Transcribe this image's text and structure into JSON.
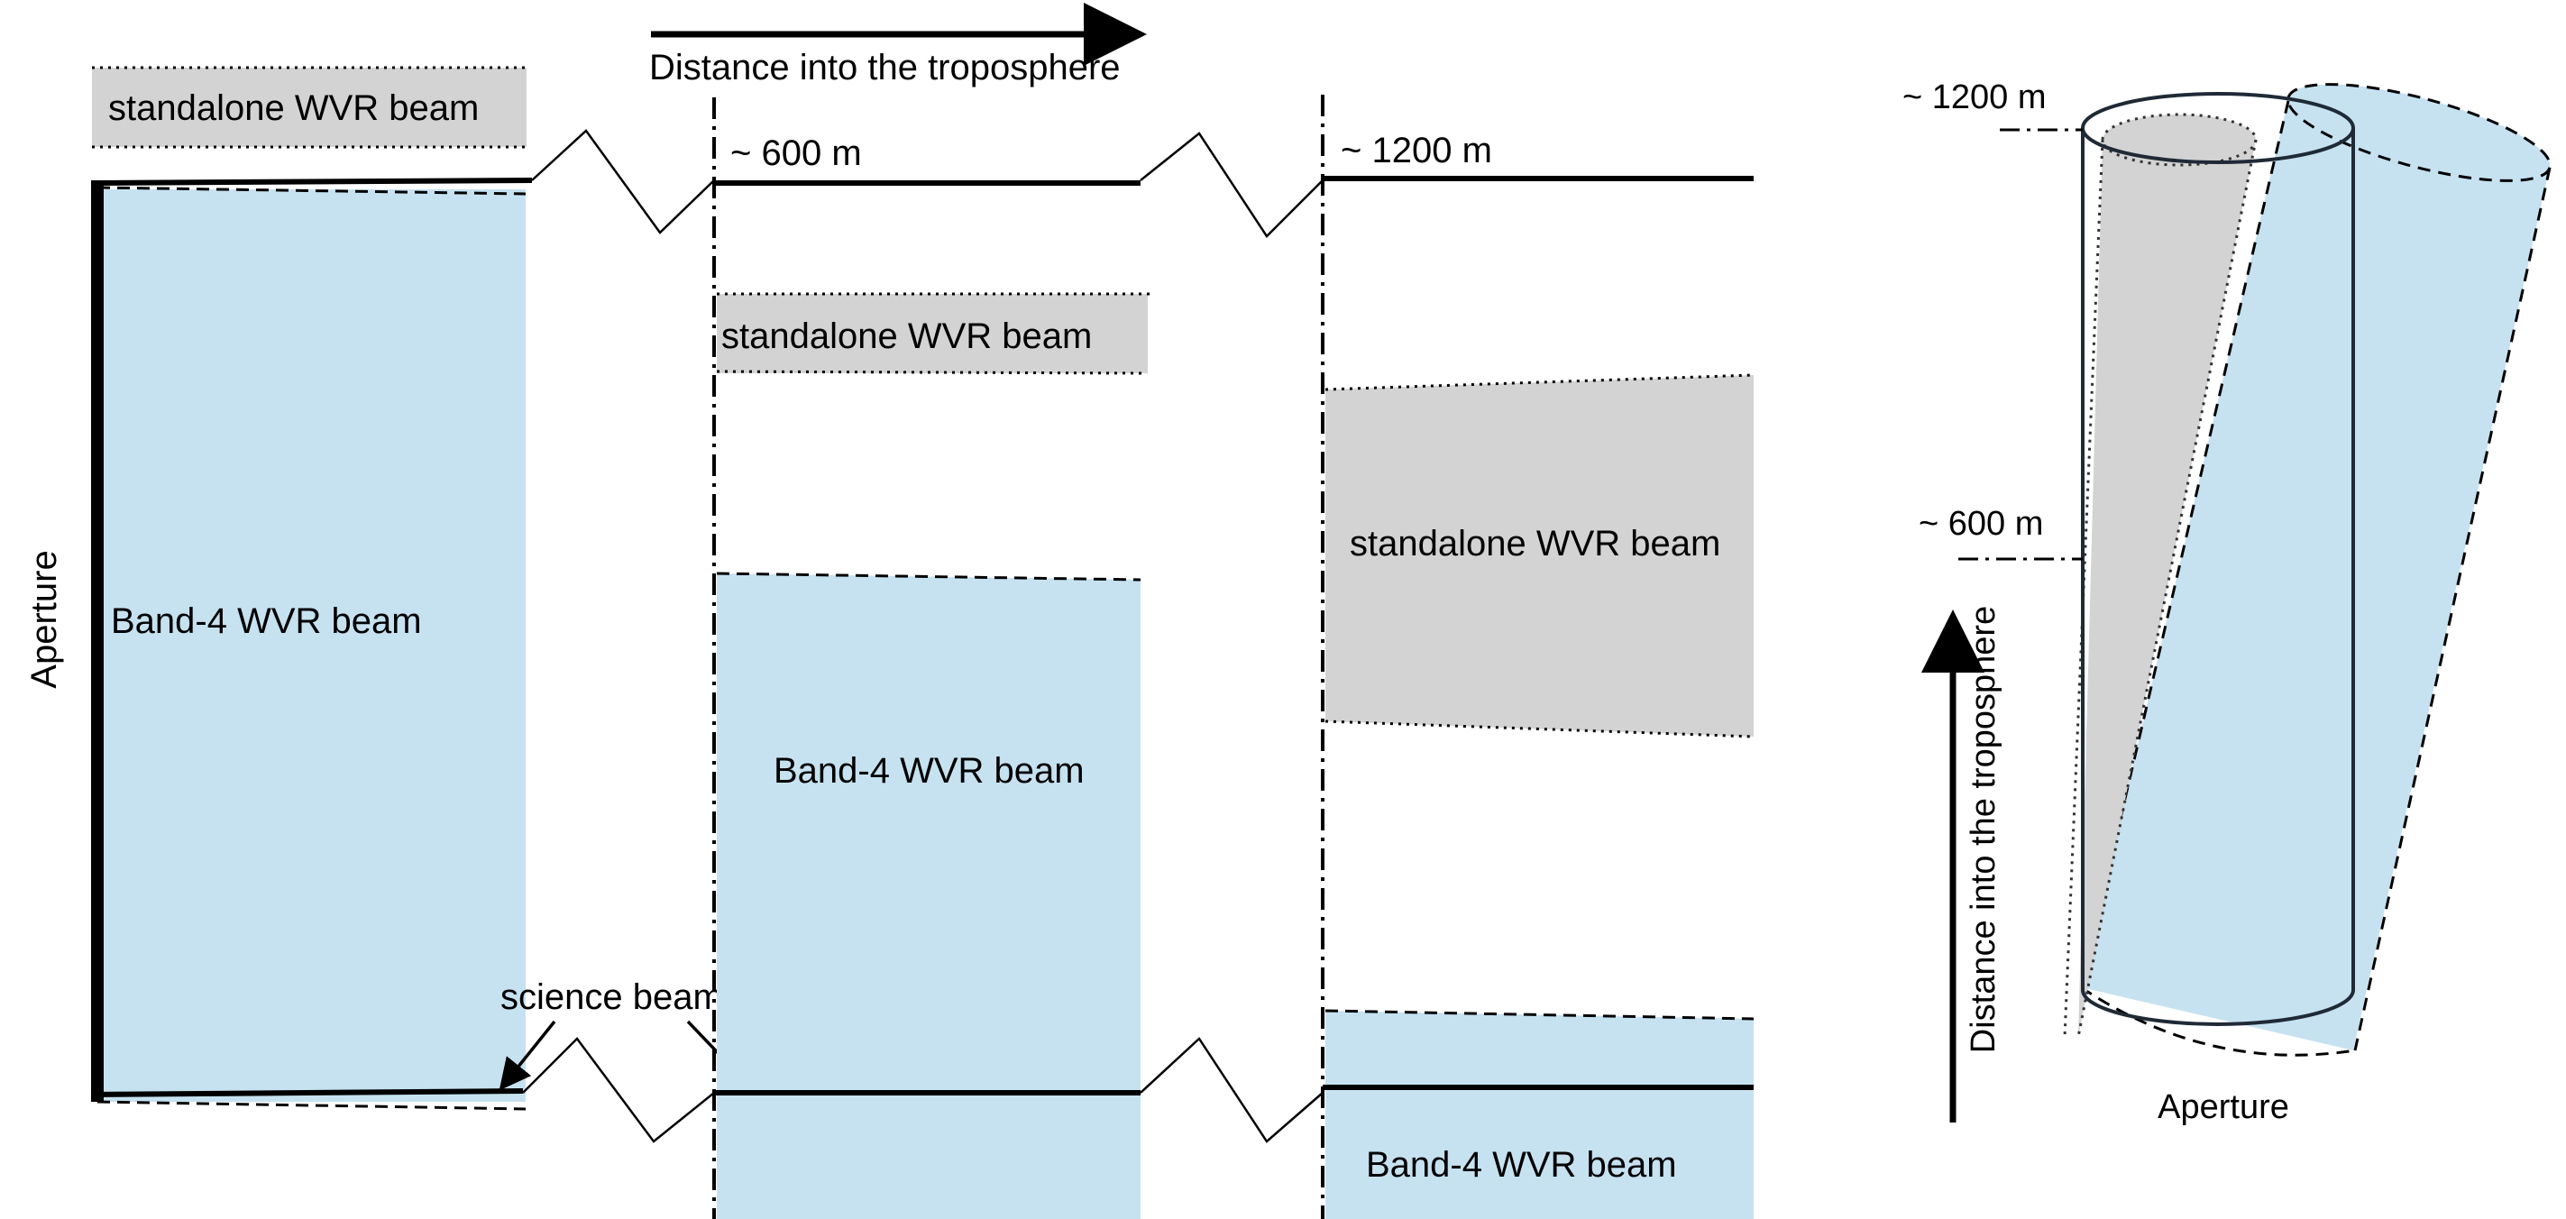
{
  "colors": {
    "band4_fill": "#c6e2f1",
    "wvr_fill": "#d3d3d3",
    "line": "#000000",
    "cylinder_stroke": "#1f2a36"
  },
  "labels": {
    "aperture_vertical": "Aperture",
    "distance_top": "Distance into the troposphere",
    "panel1_wvr": "standalone WVR beam",
    "panel1_band4": "Band-4 WVR beam",
    "science_beam": "science beam",
    "panel2_height": "~ 600 m",
    "panel2_wvr": "standalone  WVR beam",
    "panel2_band4": "Band-4 WVR beam",
    "panel3_height": "~ 1200 m",
    "panel3_wvr": "standalone WVR beam",
    "panel3_band4": "Band-4 WVR beam",
    "right_1200": "~ 1200 m",
    "right_600": "~ 600 m",
    "right_distance": "Distance into the troposphere",
    "right_aperture": "Aperture"
  }
}
